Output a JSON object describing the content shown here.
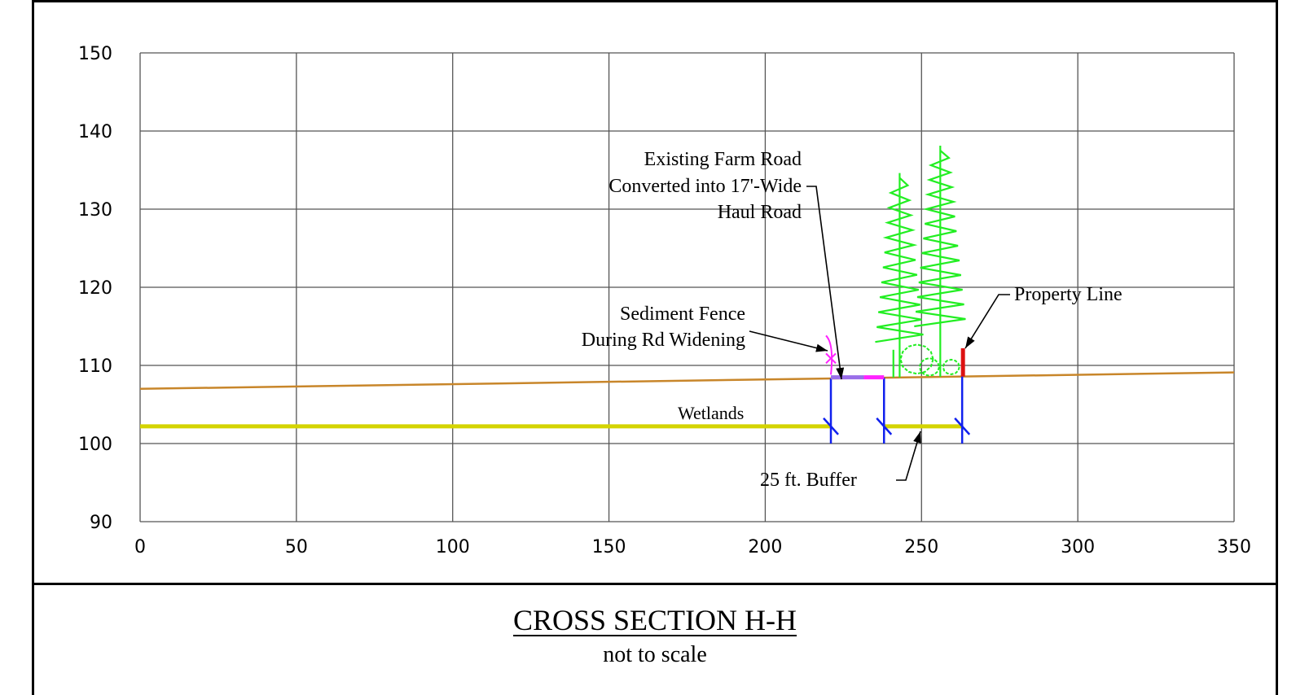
{
  "title": "CROSS SECTION H-H",
  "subtitle": "not to scale",
  "chart_data": {
    "type": "cross-section",
    "x_ticks": [
      "0",
      "50",
      "100",
      "150",
      "200",
      "250",
      "300",
      "350"
    ],
    "y_ticks": [
      "150",
      "140",
      "130",
      "120",
      "110",
      "100",
      "90"
    ],
    "xlim": [
      0,
      350
    ],
    "ylim": [
      90,
      150
    ],
    "grid": true,
    "ground_profile": {
      "x": [
        0,
        350
      ],
      "y": [
        107,
        109.1
      ],
      "color": "#c8862a"
    },
    "wetlands": [
      {
        "x_start": 0,
        "x_end": 221,
        "y": 102.2
      },
      {
        "x_start": 238,
        "x_end": 263,
        "y": 102.2
      }
    ],
    "wetland_color": "#d4d400",
    "markers_x": [
      221,
      238,
      263
    ],
    "annotations": {
      "farm_road": [
        "Existing Farm Road",
        "Converted into 17'-Wide",
        "Haul Road"
      ],
      "sediment_fence": [
        "Sediment Fence",
        "During Rd Widening"
      ],
      "property_line": "Property Line",
      "wetlands": "Wetlands",
      "buffer": "25 ft. Buffer"
    },
    "colors": {
      "trees": "#22ee22",
      "marker_lines": "#1020ee",
      "sediment_fence": "#ff22ff",
      "property_line": "#dd1111",
      "road": "#9a6ee8"
    }
  }
}
